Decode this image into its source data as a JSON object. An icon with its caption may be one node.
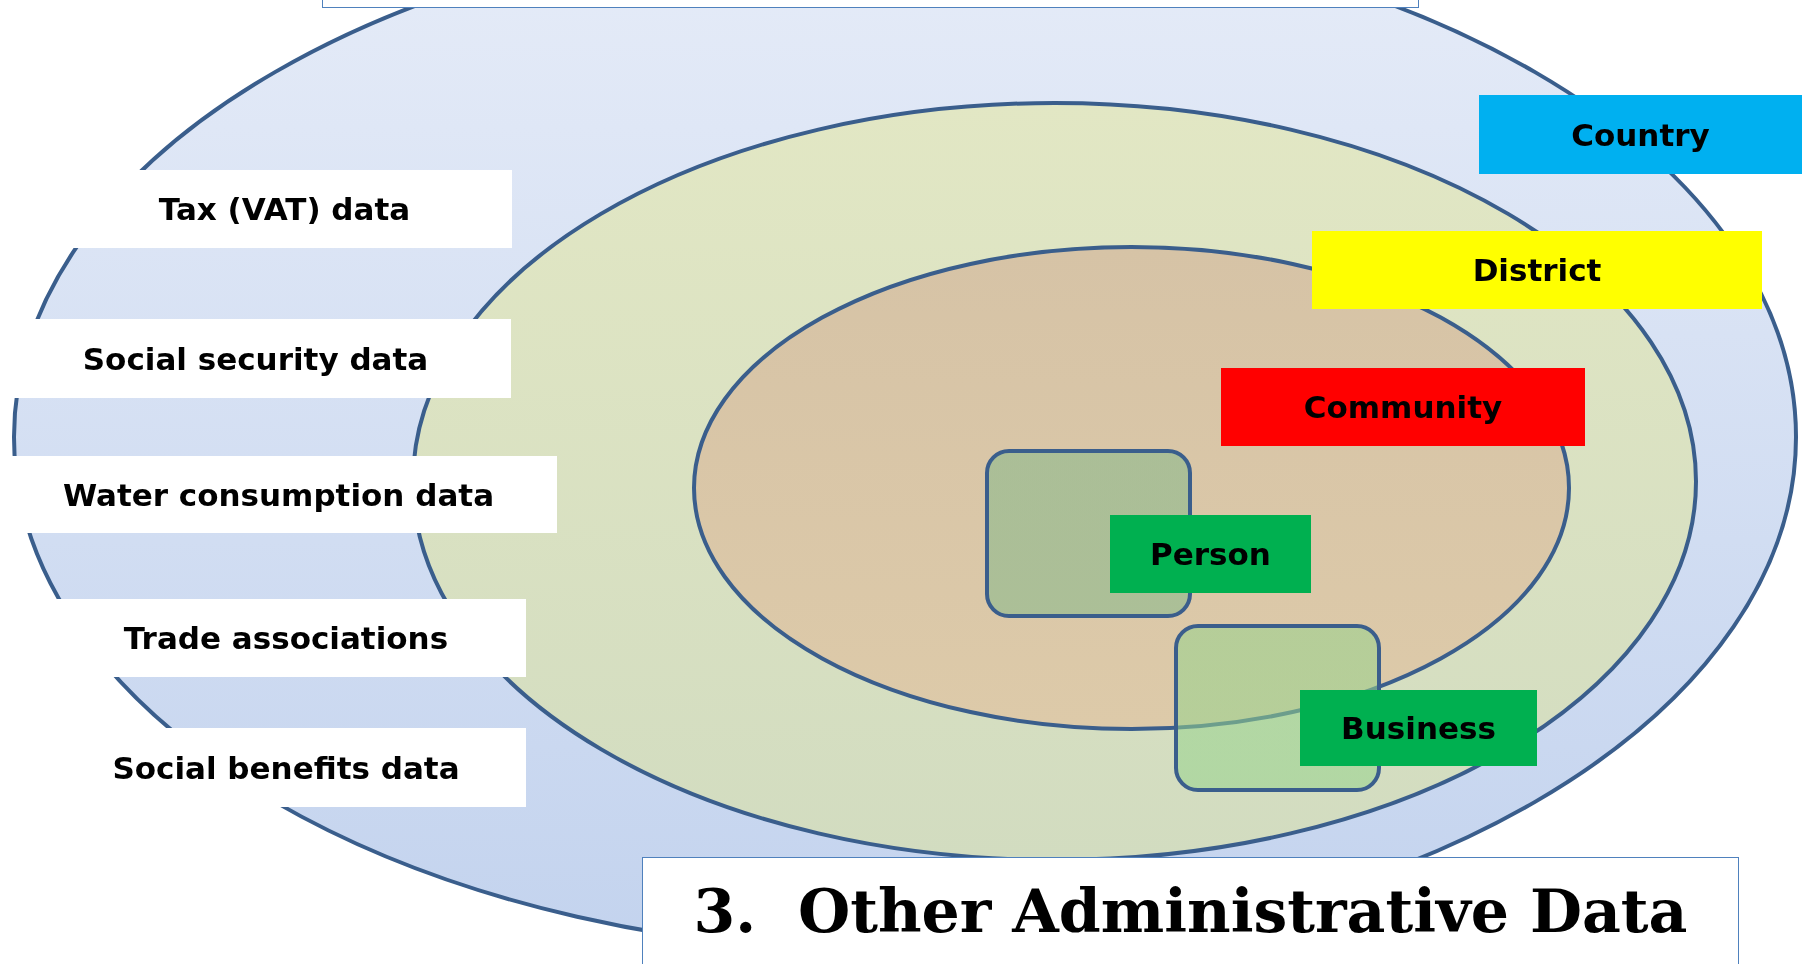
{
  "diagram": {
    "title": "3.  Other Administrative Data",
    "nodes": [
      {
        "text": [
          "Country"
        ]
      },
      {
        "text": [
          "District"
        ],
        "in": 0
      },
      {
        "text": [
          "Community"
        ],
        "in": 1
      },
      {
        "text": [
          "Person"
        ],
        "in": 2
      },
      {
        "text": [
          "Business"
        ],
        "in": 1
      },
      {
        "text": [
          "Tax (VAT) data"
        ],
        "in": 0
      },
      {
        "text": [
          "Social security data"
        ],
        "in": 0
      },
      {
        "text": [
          "Water consumption data"
        ],
        "in": 0
      },
      {
        "text": [
          "Trade associations"
        ],
        "in": 0
      },
      {
        "text": [
          "Social benefits data"
        ],
        "in": 0
      }
    ]
  }
}
